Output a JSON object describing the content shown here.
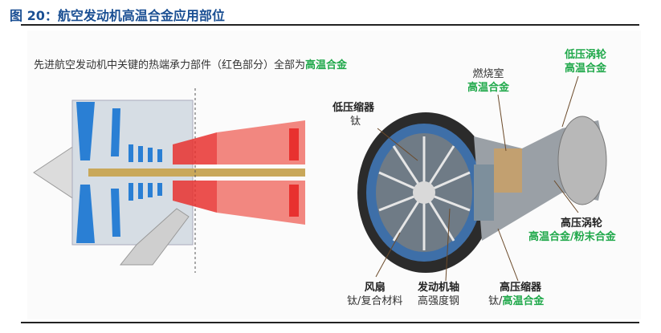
{
  "figure_title": "图 20：航空发动机高温合金应用部位",
  "caption": {
    "prefix": "先进航空发动机中关键的热端承力部件（红色部分）全部为",
    "highlight": "高温合金"
  },
  "labels": {
    "lp_compressor": {
      "name": "低压缩器",
      "material": "钛"
    },
    "combustor": {
      "name": "燃烧室",
      "material": "高温合金"
    },
    "lp_turbine": {
      "name": "低压涡轮",
      "material": "高温合金"
    },
    "hp_turbine": {
      "name": "高压涡轮",
      "material": "高温合金/粉末合金"
    },
    "fan": {
      "name": "风扇",
      "material": "钛/复合材料"
    },
    "shaft": {
      "name": "发动机轴",
      "material": "高强度钢"
    },
    "hp_compressor": {
      "name": "高压缩器",
      "material_a": "钛/",
      "material_b": "高温合金"
    }
  },
  "colors": {
    "title": "#1a4f93",
    "highlight": "#1fa84a",
    "hot_section": "#e8312f",
    "cold_section": "#2a7fd4"
  }
}
